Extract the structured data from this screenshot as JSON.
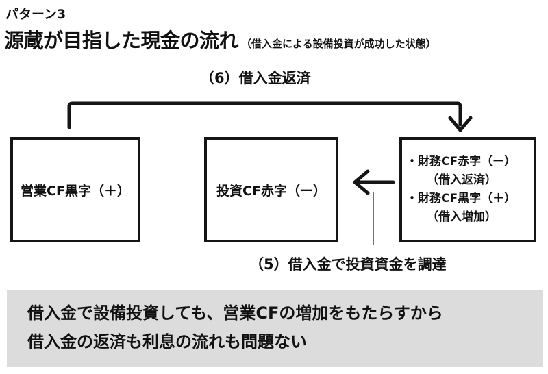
{
  "header": {
    "pattern": "パターン3",
    "title": "源蔵が目指した現金の流れ",
    "subtitle": "（借入金による設備投資が成功した状態）"
  },
  "diagram": {
    "label_top": "（6）借入金返済",
    "label_bottom": "（5）借入金で投資資金を調達",
    "box_operating": "営業CF黒字（＋）",
    "box_investing": "投資CF赤字（ー）",
    "box_financing": {
      "line1": "・財務CF赤字（ー）",
      "line2": "（借入返済）",
      "line3": "・財務CF黒字（＋）",
      "line4": "（借入増加）"
    }
  },
  "summary": {
    "line1": "借入金で設備投資しても、営業CFの増加をもたらすから",
    "line2": "借入金の返済も利息の流れも問題ない"
  }
}
